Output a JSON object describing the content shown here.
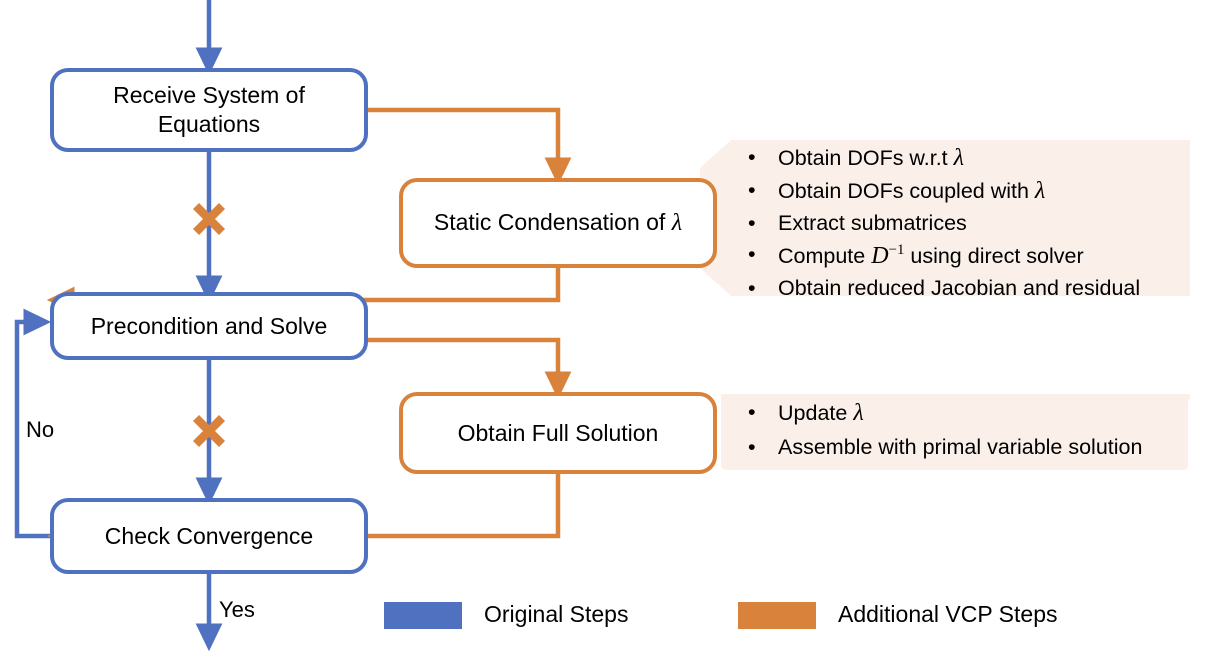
{
  "diagram": {
    "title": "VCP solver flowchart",
    "colors": {
      "original_steps": "#4F71C0",
      "additional_vcp_steps": "#D9823B",
      "panel_background": "#FAEFE9",
      "text": "#000000",
      "canvas": "#FFFFFF"
    },
    "nodes": [
      {
        "id": "receive",
        "label": "Receive System of Equations",
        "kind": "original"
      },
      {
        "id": "static_condensation",
        "label_prefix": "Static Condensation of ",
        "label_var": "λ",
        "kind": "vcp"
      },
      {
        "id": "precondition",
        "label": "Precondition and Solve",
        "kind": "original"
      },
      {
        "id": "full_solution",
        "label": "Obtain Full Solution",
        "kind": "vcp"
      },
      {
        "id": "check_convergence",
        "label": "Check Convergence",
        "kind": "original"
      }
    ],
    "panels": [
      {
        "id": "static-condensation-details",
        "items": [
          {
            "pre": "Obtain DOFs w.r.t ",
            "var": "λ",
            "post": ""
          },
          {
            "pre": "Obtain DOFs coupled with ",
            "var": "λ",
            "post": ""
          },
          {
            "pre": "Extract submatrices",
            "var": "",
            "post": ""
          },
          {
            "pre": "Compute ",
            "var": "D",
            "sup": "−1",
            "post": " using direct solver"
          },
          {
            "pre": "Obtain reduced Jacobian and residual",
            "var": "",
            "post": ""
          }
        ]
      },
      {
        "id": "full-solution-details",
        "items": [
          {
            "pre": "Update ",
            "var": "λ",
            "post": ""
          },
          {
            "pre": "Assemble with primal variable solution",
            "var": "",
            "post": ""
          }
        ]
      }
    ],
    "edge_labels": {
      "no": "No",
      "yes": "Yes"
    },
    "markers": {
      "cross_symbol": "×",
      "bullet_symbol": "•"
    },
    "legend": [
      {
        "id": "original",
        "label": "Original Steps",
        "color": "#4F71C0"
      },
      {
        "id": "vcp",
        "label": "Additional VCP Steps",
        "color": "#D9823B"
      }
    ]
  }
}
